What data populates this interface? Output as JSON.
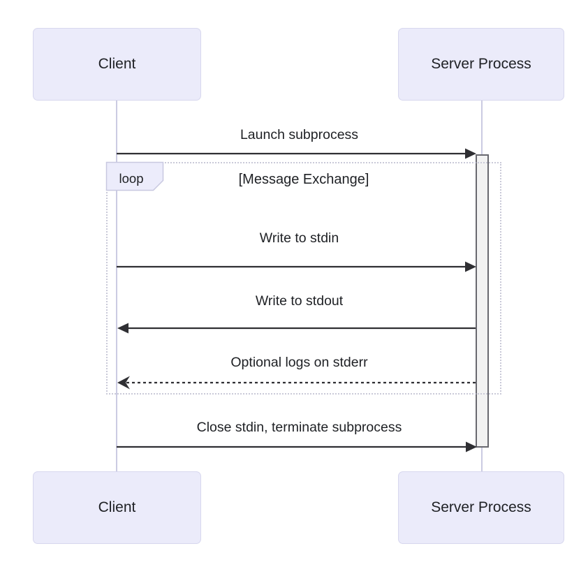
{
  "diagram": {
    "type": "sequence",
    "actors": [
      {
        "id": "client",
        "label": "Client"
      },
      {
        "id": "server",
        "label": "Server Process"
      }
    ],
    "loop": {
      "keyword": "loop",
      "title": "[Message Exchange]"
    },
    "messages": [
      {
        "text": "Launch subprocess",
        "from": "Client",
        "to": "Server Process",
        "line": "solid",
        "head": "filled"
      },
      {
        "text": "Write to stdin",
        "from": "Client",
        "to": "Server Process",
        "line": "solid",
        "head": "filled",
        "in_loop": true
      },
      {
        "text": "Write to stdout",
        "from": "Server Process",
        "to": "Client",
        "line": "solid",
        "head": "filled",
        "in_loop": true
      },
      {
        "text": "Optional logs on stderr",
        "from": "Server Process",
        "to": "Client",
        "line": "dashed",
        "head": "open",
        "in_loop": true
      },
      {
        "text": "Close stdin, terminate subprocess",
        "from": "Client",
        "to": "Server Process",
        "line": "solid",
        "head": "filled"
      }
    ],
    "colors": {
      "actor_fill": "#ebebfa",
      "actor_border": "#d7d7ee",
      "lifeline": "#cbcbe2",
      "arrow": "#2f2f33",
      "loop_border": "#c9c9d8",
      "loop_label_fill": "#ececfb",
      "activation_fill": "#f2f2f2",
      "activation_border": "#68686f",
      "text": "#1e2024",
      "background": "#ffffff"
    }
  }
}
